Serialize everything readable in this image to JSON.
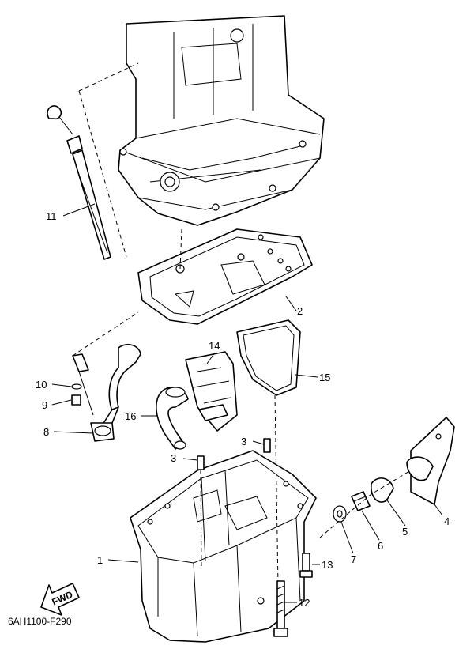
{
  "diagram_code": "6AH1100-F290",
  "fwd_label": "FWD",
  "callouts": [
    "1",
    "2",
    "3",
    "3",
    "4",
    "5",
    "6",
    "7",
    "8",
    "9",
    "10",
    "11",
    "12",
    "13",
    "14",
    "15",
    "16"
  ]
}
